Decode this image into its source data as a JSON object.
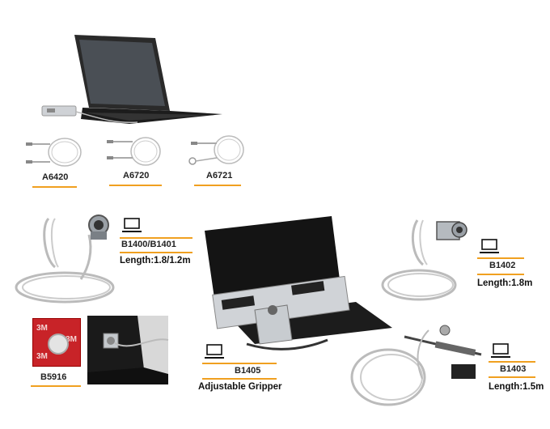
{
  "accent_color": "#f0a020",
  "products": {
    "a6420": {
      "code": "A6420"
    },
    "a6720": {
      "code": "A6720"
    },
    "a6721": {
      "code": "A6721"
    },
    "b1400": {
      "code": "B1400/B1401",
      "length": "Length:1.8/1.2m"
    },
    "b1402": {
      "code": "B1402",
      "length": "Length:1.8m"
    },
    "b5916": {
      "code": "B5916",
      "sticker_text": "3M"
    },
    "b1405": {
      "code": "B1405",
      "caption": "Adjustable Gripper"
    },
    "b1403": {
      "code": "B1403",
      "length": "Length:1.5m"
    }
  },
  "icons": [
    "laptop-icon"
  ]
}
